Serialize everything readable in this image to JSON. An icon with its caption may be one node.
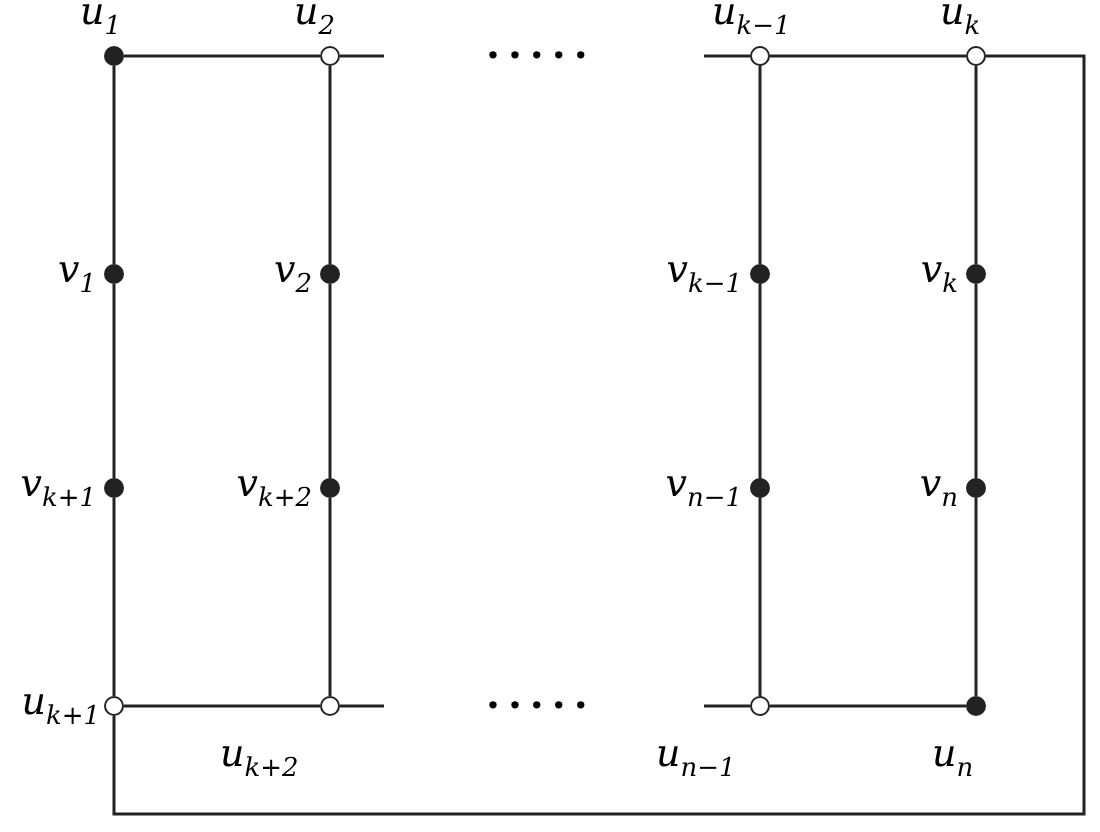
{
  "diagram": {
    "nodes": [
      {
        "text": [],
        "shape": "dot",
        "beside": [
          "u$_{1}$"
        ]
      },
      {
        "text": [],
        "shape": "circle",
        "beside": [
          "u$_{2}$"
        ]
      },
      {
        "text": [],
        "shape": "circle",
        "beside": [
          "u$_{k−1}$"
        ]
      },
      {
        "text": [],
        "shape": "circle",
        "beside": [
          "u$_{k}$"
        ]
      },
      {
        "text": [],
        "shape": "dot",
        "beside": [
          "v$_{1}$"
        ]
      },
      {
        "text": [],
        "shape": "dot",
        "beside": [
          "v$_{2}$"
        ]
      },
      {
        "text": [],
        "shape": "dot",
        "beside": [
          "v$_{k−1}$"
        ]
      },
      {
        "text": [],
        "shape": "dot",
        "beside": [
          "v$_{k}$"
        ]
      },
      {
        "text": [],
        "shape": "dot",
        "beside": [
          "v$_{k+1}$"
        ]
      },
      {
        "text": [],
        "shape": "dot",
        "beside": [
          "v$_{k+2}$"
        ]
      },
      {
        "text": [],
        "shape": "dot",
        "beside": [
          "v$_{n−1}$"
        ]
      },
      {
        "text": [],
        "shape": "dot",
        "beside": [
          "v$_{n}$"
        ]
      },
      {
        "text": [],
        "shape": "circle",
        "beside": [
          "u$_{k+1}$"
        ]
      },
      {
        "text": [],
        "shape": "circle",
        "beside": [
          "u$_{k+2}$"
        ]
      },
      {
        "text": [],
        "shape": "circle",
        "beside": [
          "u$_{n−1}$"
        ]
      },
      {
        "text": [],
        "shape": "dot",
        "beside": [
          "u$_{n}$"
        ]
      }
    ],
    "edges": [
      {
        "from": 0,
        "to": 1,
        "arrow": "none"
      },
      {
        "from": 1,
        "to": null,
        "arrow": "none"
      },
      {
        "from": null,
        "to": 2,
        "arrow": "none"
      },
      {
        "from": 2,
        "to": 3,
        "arrow": "none"
      },
      {
        "from": 3,
        "to": 12,
        "arrow": "none"
      },
      {
        "from": 0,
        "to": 4,
        "arrow": "none"
      },
      {
        "from": 4,
        "to": 8,
        "arrow": "none"
      },
      {
        "from": 8,
        "to": 12,
        "arrow": "none"
      },
      {
        "from": 1,
        "to": 5,
        "arrow": "none"
      },
      {
        "from": 5,
        "to": 9,
        "arrow": "none"
      },
      {
        "from": 9,
        "to": 13,
        "arrow": "none"
      },
      {
        "from": 2,
        "to": 6,
        "arrow": "none"
      },
      {
        "from": 6,
        "to": 10,
        "arrow": "none"
      },
      {
        "from": 10,
        "to": 14,
        "arrow": "none"
      },
      {
        "from": 3,
        "to": 7,
        "arrow": "none"
      },
      {
        "from": 7,
        "to": 11,
        "arrow": "none"
      },
      {
        "from": 11,
        "to": 15,
        "arrow": "none"
      },
      {
        "from": 12,
        "to": 13,
        "arrow": "none"
      },
      {
        "from": 13,
        "to": null,
        "arrow": "none"
      },
      {
        "from": null,
        "to": 14,
        "arrow": "none"
      },
      {
        "from": 14,
        "to": 15,
        "arrow": "none"
      }
    ],
    "labels": [
      ".....",
      "....."
    ]
  }
}
